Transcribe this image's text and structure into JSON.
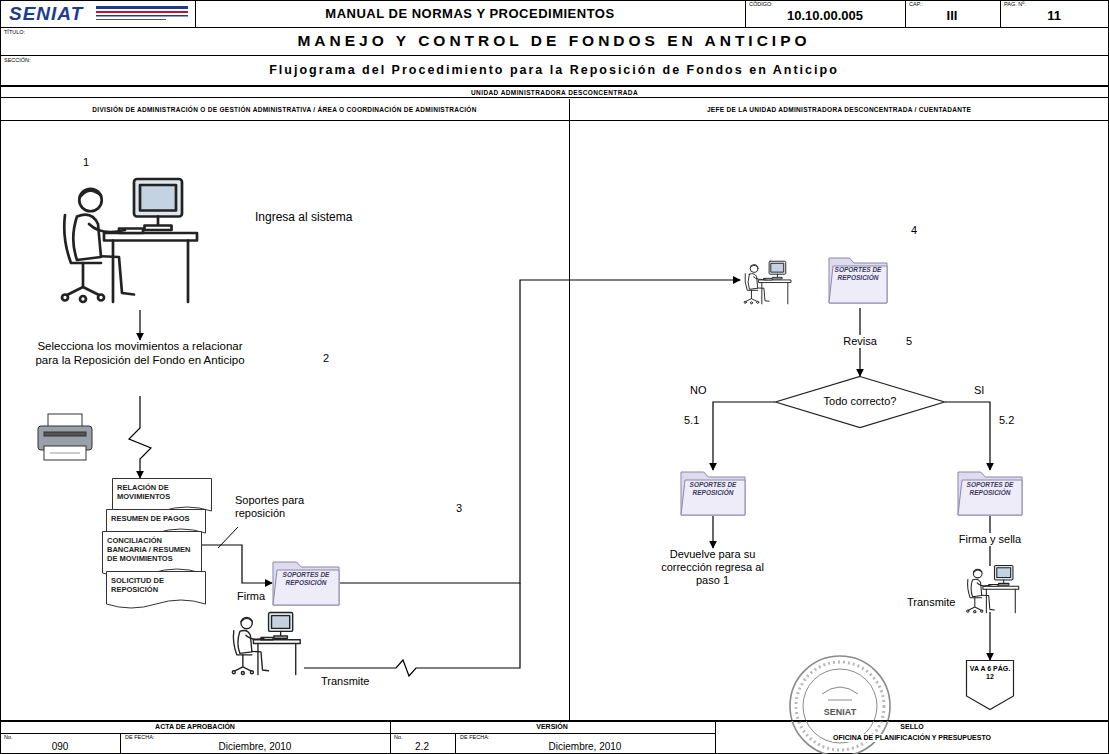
{
  "diagram": {
    "title": "MANEJO Y CONTROL DE FONDOS EN ANTICIPO",
    "nodes": [
      {
        "text": [
          "UNIDAD ADMINISTRADORA DESCONCENTRADA"
        ]
      },
      {
        "text": [
          "DIVISIÓN DE ADMINISTRACIÓN O DE GESTIÓN ADMINISTRATIVA / ÁREA O COORDINACIÓN DE ADMINISTRACIÓN"
        ],
        "in": 0
      },
      {
        "text": [
          "JEFE DE LA UNIDAD ADMINISTRADORA DESCONCENTRADA / CUENTADANTE"
        ],
        "in": 0
      },
      {
        "text": [
          "Ingresa al sistema"
        ],
        "in": 1
      },
      {
        "text": [
          "Selecciona los movimientos a relacionar para la Reposición del Fondo en Anticipo"
        ],
        "in": 1
      },
      {
        "text": [
          "RELACIÓN DE MOVIMIENTOS"
        ],
        "in": 1
      },
      {
        "text": [
          "RESUMEN DE PAGOS"
        ],
        "in": 1
      },
      {
        "text": [
          "CONCILIACIÓN BANCARIA / RESUMEN DE MOVIMIENTOS"
        ],
        "in": 1
      },
      {
        "text": [
          "SOLICITUD DE REPOSICIÓN"
        ],
        "in": 1
      },
      {
        "text": [
          "SOPORTES DE REPOSICIÓN"
        ],
        "in": 1
      },
      {
        "text": [
          "SOPORTES DE REPOSICIÓN"
        ],
        "in": 2
      },
      {
        "text": [
          "Todo correcto?"
        ],
        "in": 2
      },
      {
        "text": [
          "SOPORTES DE REPOSICIÓN"
        ],
        "in": 2
      },
      {
        "text": [
          "Devuelve para su corrección regresa al paso 1"
        ],
        "in": 2
      },
      {
        "text": [
          "SOPORTES DE REPOSICIÓN"
        ],
        "in": 2
      },
      {
        "text": [
          "VA A 6 PÁG. 12"
        ],
        "in": 2
      }
    ],
    "edges": [
      {
        "from": 3,
        "to": 4,
        "arrow": "to"
      },
      {
        "from": 4,
        "to": 5,
        "arrow": "to"
      },
      {
        "from": 7,
        "to": 9,
        "arrow": "to"
      },
      {
        "from": 9,
        "to": 10,
        "arrow": "to"
      },
      {
        "from": 10,
        "to": 11,
        "label": "Revisa",
        "arrow": "to"
      },
      {
        "from": 11,
        "to": 12,
        "label": "NO",
        "arrow": "to"
      },
      {
        "from": 11,
        "to": 14,
        "label": "SI",
        "arrow": "to"
      },
      {
        "from": 12,
        "to": 13,
        "arrow": "to"
      },
      {
        "from": 14,
        "to": 15,
        "arrow": "to"
      }
    ],
    "labels": [
      "SENIAT",
      "MANUAL DE NORMAS Y PROCEDIMIENTOS",
      "CÓDIGO:",
      "10.10.00.005",
      "CAP.:",
      "III",
      "PAG. Nº:",
      "11",
      "TÍTULO:",
      "SECCIÓN:",
      "Flujograma del Procedimiento para la Reposición de Fondos en Anticipo",
      "1",
      "2",
      "Soportes para reposición",
      "3",
      "Firma",
      "Transmite",
      "4",
      "5",
      "5.1",
      "5.2",
      "Firma y sella",
      "Transmite",
      "SENIAT",
      "ACTA DE APROBACIÓN",
      "No.",
      "DE FECHA:",
      "090",
      "Diciembre, 2010",
      "VERSIÓN",
      "No.",
      "DE FECHA:",
      "2.2",
      "Diciembre, 2010",
      "SELLO",
      "OFICINA DE PLANIFICACIÓN Y PRESUPUESTO"
    ]
  }
}
